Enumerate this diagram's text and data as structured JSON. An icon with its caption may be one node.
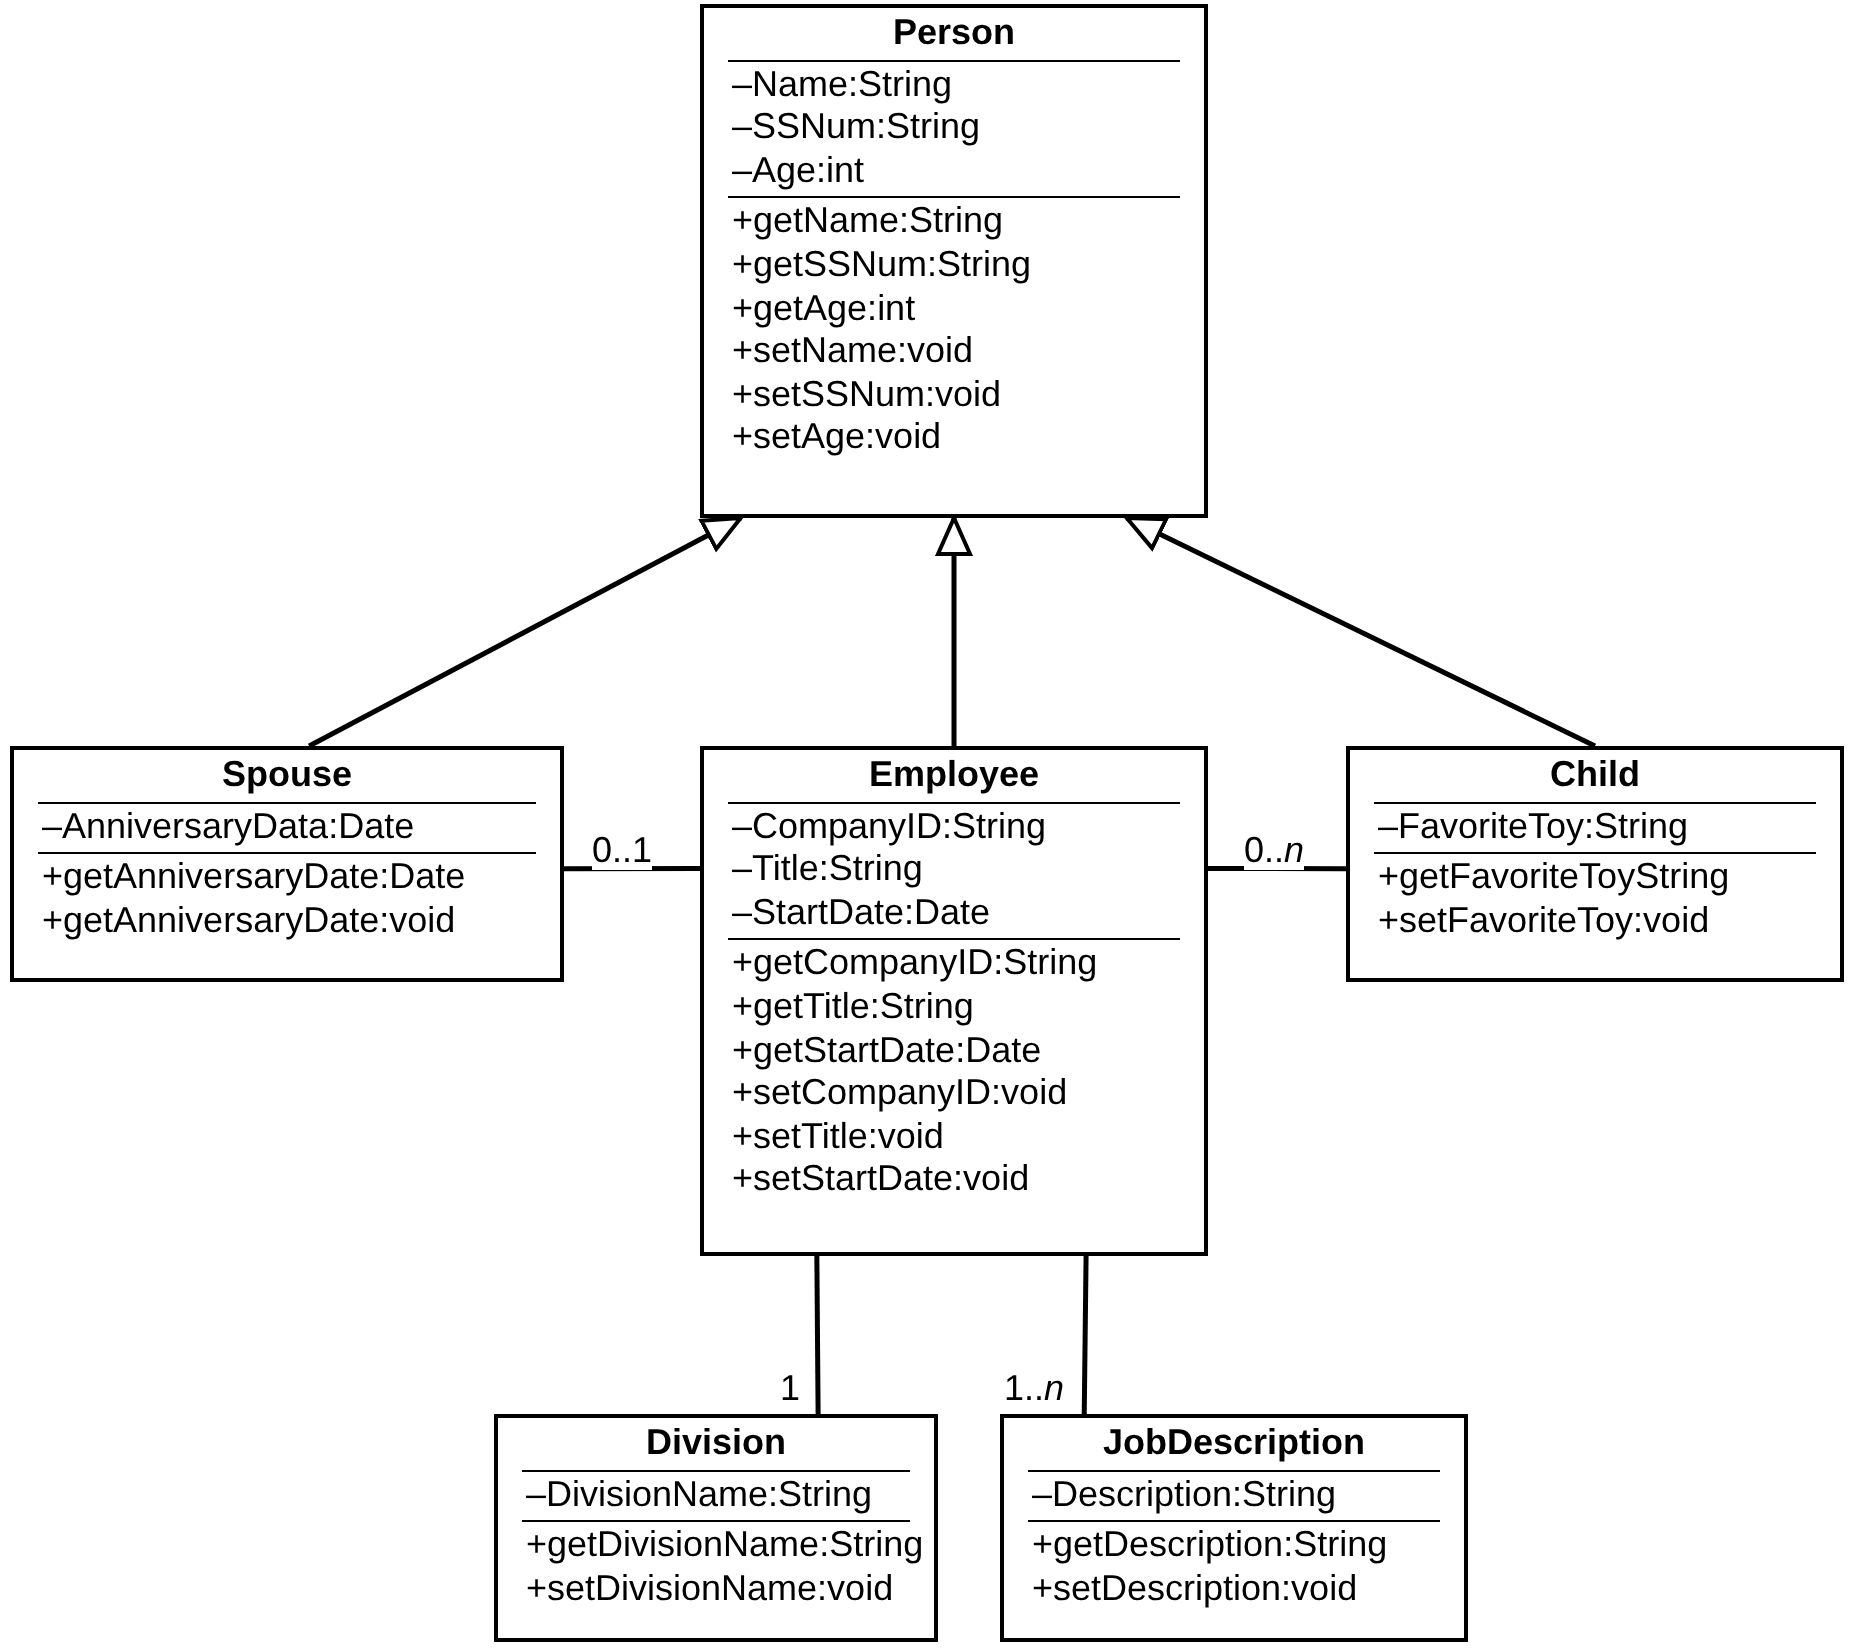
{
  "diagram": {
    "nodes": [
      {
        "text": [
          "Person",
          "–Name:String –SSNum:String –Age:int",
          "+getName:String +getSSNum:String +getAge:int +setName:void +setSSNum:void +setAge:void"
        ]
      },
      {
        "text": [
          "Spouse",
          "–AnniversaryData:Date",
          "+getAnniversaryDate:Date +getAnniversaryDate:void"
        ]
      },
      {
        "text": [
          "Employee",
          "–CompanyID:String –Title:String –StartDate:Date",
          "+getCompanyID:String +getTitle:String +getStartDate:Date +setCompanyID:void +setTitle:void +setStartDate:void"
        ]
      },
      {
        "text": [
          "Child",
          "–FavoriteToy:String",
          "+getFavoriteToyString +setFavoriteToy:void"
        ]
      },
      {
        "text": [
          "Division",
          "–DivisionName:String",
          "+getDivisionName:String +setDivisionName:void"
        ]
      },
      {
        "text": [
          "JobDescription",
          "–Description:String",
          "+getDescription:String +setDescription:void"
        ]
      }
    ],
    "edges": [
      {
        "from": 1,
        "to": 0,
        "arrow": "to"
      },
      {
        "from": 2,
        "to": 0,
        "arrow": "to"
      },
      {
        "from": 3,
        "to": 0,
        "arrow": "to"
      },
      {
        "from": 1,
        "to": 2,
        "arrow": "none",
        "label": "0..1"
      },
      {
        "from": 2,
        "to": 3,
        "arrow": "none",
        "label": "0..*n*"
      },
      {
        "from": 2,
        "to": 4,
        "arrow": "none",
        "label": "1"
      },
      {
        "from": 2,
        "to": 5,
        "arrow": "none",
        "label": "1..*n*"
      }
    ]
  }
}
